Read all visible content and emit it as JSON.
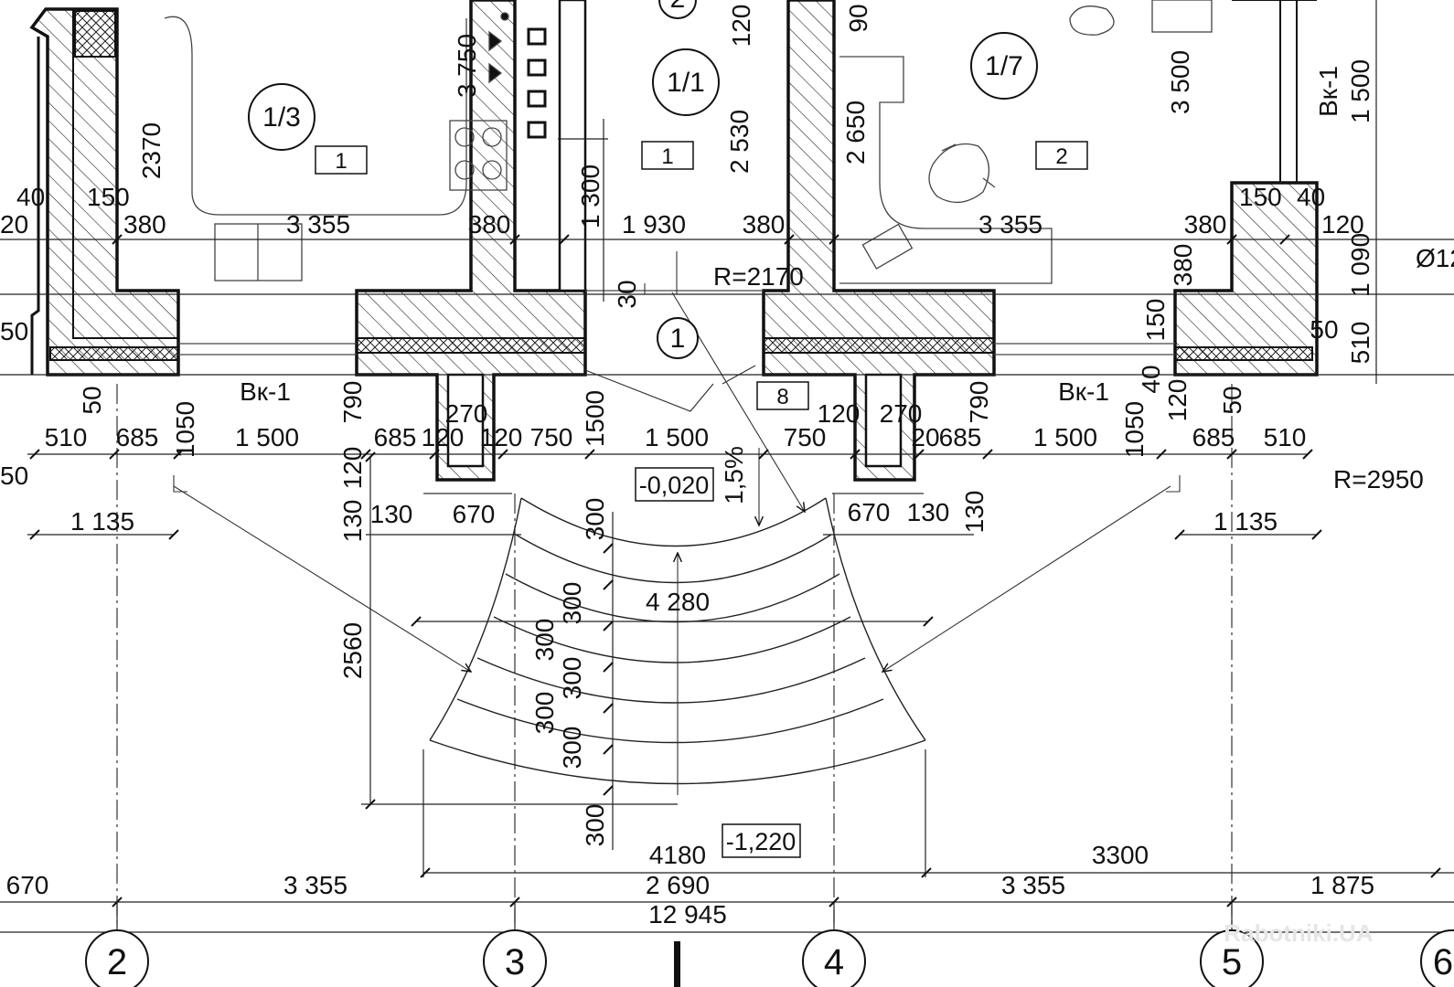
{
  "rooms": [
    {
      "id": "room-1-3",
      "label": "1/3",
      "tag": "1"
    },
    {
      "id": "room-1-1",
      "label": "1/1",
      "tag": "1"
    },
    {
      "id": "room-1-7",
      "label": "1/7",
      "tag": "2"
    },
    {
      "id": "room-entry",
      "label": "1",
      "tag": "8"
    }
  ],
  "partial_room_label": "2",
  "axes": [
    "2",
    "3",
    "4",
    "5",
    "6"
  ],
  "levels": {
    "entrance": "-0,020",
    "ground": "-1,220"
  },
  "slope": "1,5%",
  "radii": {
    "porch": "R=2170",
    "stair": "R=2950"
  },
  "pipe": "Ø12",
  "window_marks": {
    "left": "Вк-1",
    "right": "Вк-1",
    "right_top": "Вк-1"
  },
  "dimensions": {
    "top": [
      "3 750",
      "2370",
      "150",
      "40",
      "20",
      "380",
      "3 355",
      "380",
      "1 930",
      "380",
      "2 530",
      "2 650",
      "1 300",
      "120",
      "90",
      "3 500",
      "1 500",
      "3 355",
      "380",
      "150",
      "40",
      "120",
      "380",
      "1 090",
      "150",
      "50",
      "510",
      "50",
      "30",
      "120"
    ],
    "middle": [
      "50",
      "510",
      "685",
      "1050",
      "1 500",
      "790",
      "685",
      "120",
      "270",
      "120",
      "750",
      "1500",
      "1 500",
      "750",
      "120",
      "270",
      "20",
      "790",
      "685",
      "1 500",
      "1050",
      "685",
      "510",
      "40",
      "120",
      "50",
      "120",
      "130",
      "130",
      "670",
      "670",
      "130",
      "130",
      "1 135",
      "1 135",
      "50"
    ],
    "stairs": [
      "300",
      "300",
      "300",
      "300",
      "300",
      "300",
      "300",
      "4 280",
      "2560"
    ],
    "bottom": [
      "4180",
      "3300",
      "670",
      "3 355",
      "2 690",
      "3 355",
      "1 875",
      "12 945"
    ]
  },
  "watermark": "Rabotniki.UA"
}
